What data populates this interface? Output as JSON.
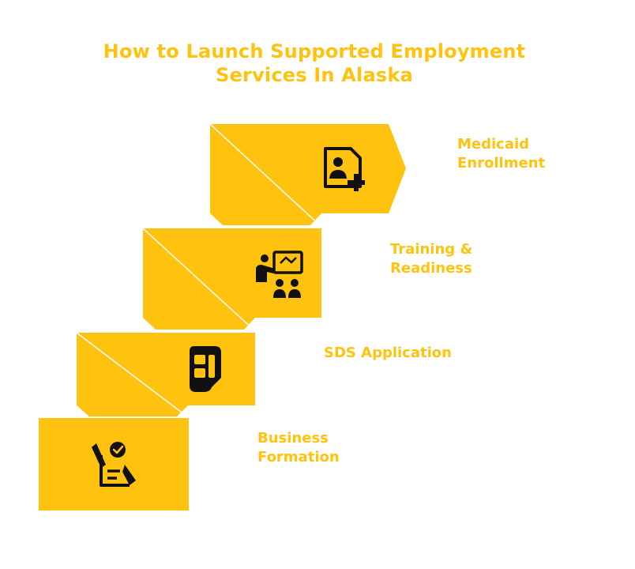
{
  "title": {
    "line1": "How to Launch Supported Employment",
    "line2": "Services In Alaska"
  },
  "colors": {
    "accent": "#FFC20E",
    "fold": "#EAB000",
    "icon": "#111111"
  },
  "steps": [
    {
      "line1": "Medicaid",
      "line2": "Enrollment",
      "icon": "user-document-plus-icon"
    },
    {
      "line1": "Training &",
      "line2": "Readiness",
      "icon": "presentation-audience-icon"
    },
    {
      "line1": "SDS Application",
      "line2": "",
      "icon": "mobile-form-icon"
    },
    {
      "line1": "Business",
      "line2": "Formation",
      "icon": "signed-checklist-icon"
    }
  ]
}
